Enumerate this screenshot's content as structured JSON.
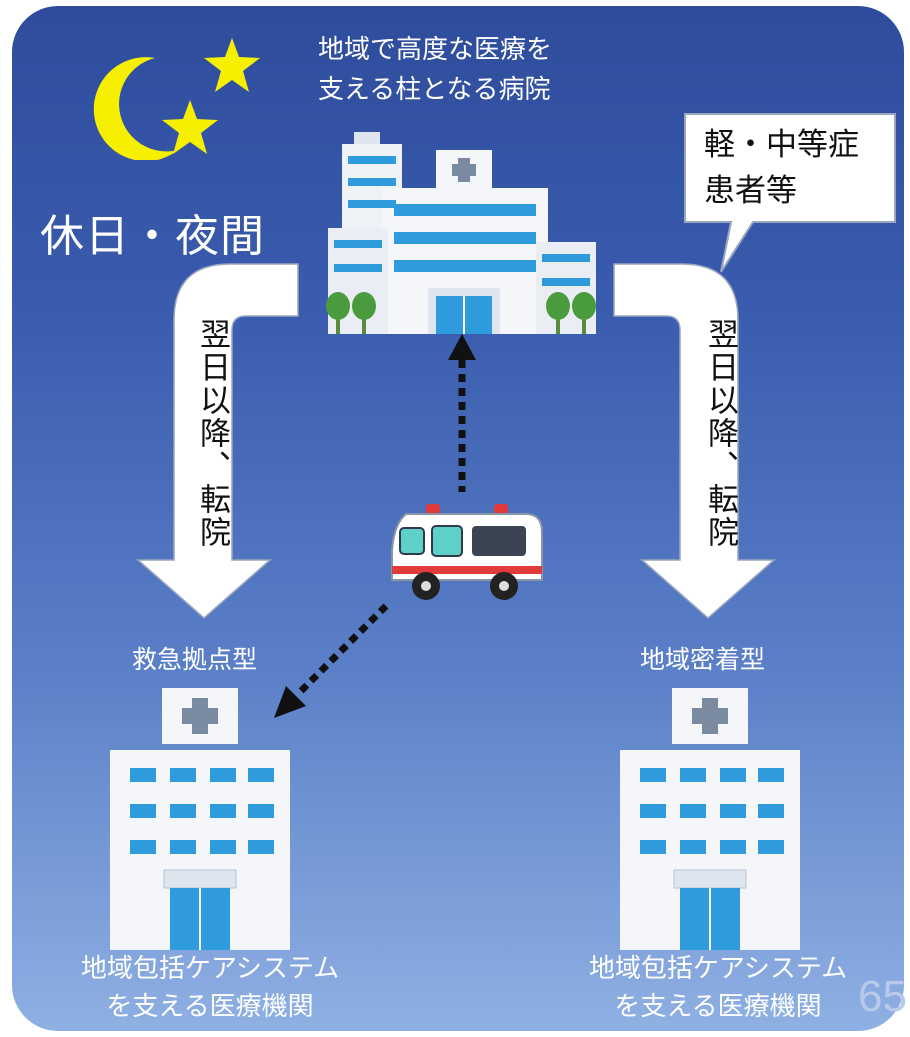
{
  "labels": {
    "night": "休日・夜間",
    "top_hospital_line1": "地域で高度な医療を",
    "top_hospital_line2": "支える柱となる病院",
    "callout_line1": "軽・中等症",
    "callout_line2": "患者等",
    "arrow_left": "翌日以降、転院",
    "arrow_right": "翌日以降、転院",
    "type_left": "救急拠点型",
    "type_right": "地域密着型",
    "bottom_left_line1": "地域包括ケアシステム",
    "bottom_left_line2": "を支える医療機関",
    "bottom_right_line1": "地域包括ケアシステム",
    "bottom_right_line2": "を支える医療機関",
    "page_number": "65"
  },
  "icons": {
    "moon": "crescent-moon-icon",
    "stars": "star-icon",
    "top_hospital": "hospital-building-icon",
    "ambulance": "ambulance-icon",
    "left_hospital": "clinic-building-icon",
    "right_hospital": "clinic-building-icon"
  },
  "colors": {
    "background_top": "#2f4c9c",
    "background_bottom": "#8fb0e3",
    "moon": "#f7ef00",
    "window_blue": "#2d9bdc",
    "arrow_fill": "#ffffff"
  }
}
